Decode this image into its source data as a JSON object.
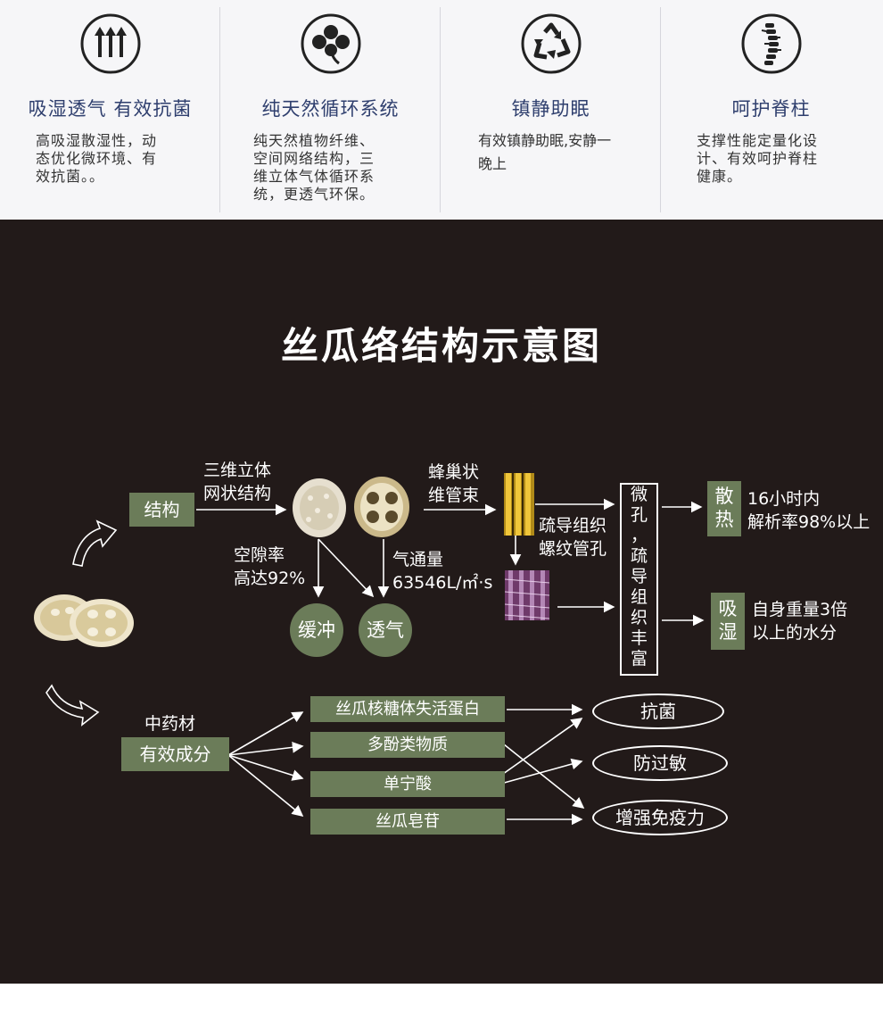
{
  "features": [
    {
      "icon": "arrows-up-icon",
      "title": "吸湿透气 有效抗菌",
      "desc": [
        "高吸湿散湿性，动",
        "态优化微环境、有",
        "效抗菌。。"
      ]
    },
    {
      "icon": "clover-icon",
      "title": "纯天然循环系统",
      "desc": [
        "纯天然植物纤维、",
        "空间网络结构，三",
        "维立体气体循环系",
        "统，更透气环保。"
      ]
    },
    {
      "icon": "recycle-icon",
      "title": "镇静助眠",
      "desc": [
        "有效镇静助眠,安静一",
        "晚上"
      ]
    },
    {
      "icon": "spine-icon",
      "title": "呵护脊柱",
      "desc": [
        "支撑性能定量化设",
        "计、有效呵护脊柱",
        "健康。"
      ]
    }
  ],
  "diagram": {
    "title": "丝瓜络结构示意图",
    "structure": "结构",
    "three_d": [
      "三维立体",
      "网状结构"
    ],
    "honeycomb": [
      "蜂巢状",
      "维管束"
    ],
    "porosity": [
      "空隙率",
      "高达92%"
    ],
    "airflow": [
      "气通量",
      "63546L/㎡·s"
    ],
    "buffer": "缓冲",
    "breathable": "透气",
    "vascular": [
      "疏导组织",
      "螺纹管孔"
    ],
    "micropore": [
      "微",
      "孔",
      "，",
      "疏",
      "导",
      "组",
      "织",
      "丰",
      "富"
    ],
    "heat": [
      "散",
      "热"
    ],
    "heat_desc": [
      "16小时内",
      "解析率98%以上"
    ],
    "absorb": [
      "吸",
      "湿"
    ],
    "absorb_desc": [
      "自身重量3倍",
      "以上的水分"
    ],
    "herb": "中药材",
    "ingredients": "有效成分",
    "components": [
      "丝瓜核糖体失活蛋白",
      "多酚类物质",
      "单宁酸",
      "丝瓜皂苷"
    ],
    "effects": [
      "抗菌",
      "防过敏",
      "增强免疫力"
    ]
  },
  "colors": {
    "title": "#2f3f6e",
    "green": "#6b7c59",
    "dark": "#221a19"
  }
}
